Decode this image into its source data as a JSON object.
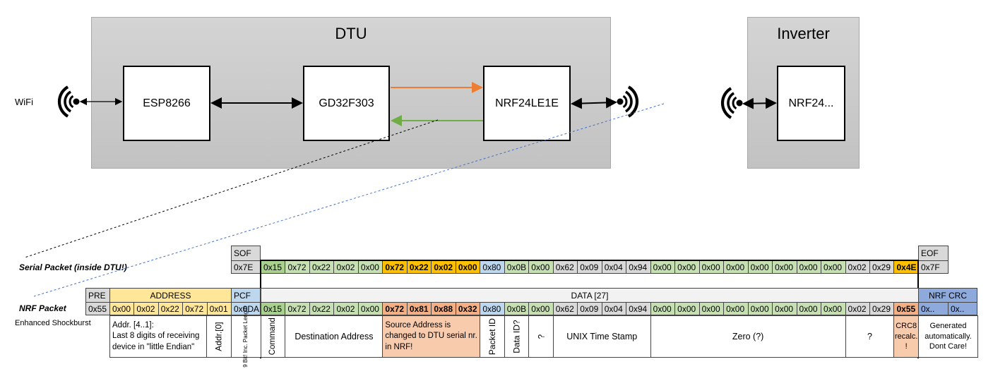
{
  "diagram": {
    "dtu_title": "DTU",
    "inverter_title": "Inverter",
    "wifi_label": "WiFi",
    "chips": {
      "esp": "ESP8266",
      "gd32": "GD32F303",
      "nrf_dtu": "NRF24LE1E",
      "nrf_inv": "NRF24..."
    },
    "arrow_colors": {
      "to_nrf": "#ed7d31",
      "from_nrf": "#70ad47"
    }
  },
  "colors": {
    "cmd": "#a9d08e",
    "green": "#c6e0b4",
    "orange": "#ffc000",
    "blue": "#bdd7ee",
    "grey": "#d9d9d9",
    "salmon": "#f4b084",
    "salmon_light": "#f8cbad",
    "yellow": "#ffe699",
    "crc_blue": "#8ea9db",
    "data_header": "#f2f2f2"
  },
  "serial": {
    "label": "Serial Packet (inside DTU!)",
    "sof_header": "SOF",
    "sof": "0x7E",
    "eof_header": "EOF",
    "eof": "0x7F",
    "bytes": [
      {
        "v": "0x15",
        "c": "cmd"
      },
      {
        "v": "0x72",
        "c": "green"
      },
      {
        "v": "0x22",
        "c": "green"
      },
      {
        "v": "0x02",
        "c": "green"
      },
      {
        "v": "0x00",
        "c": "green"
      },
      {
        "v": "0x72",
        "c": "orange",
        "b": true
      },
      {
        "v": "0x22",
        "c": "orange",
        "b": true
      },
      {
        "v": "0x02",
        "c": "orange",
        "b": true
      },
      {
        "v": "0x00",
        "c": "orange",
        "b": true
      },
      {
        "v": "0x80",
        "c": "blue"
      },
      {
        "v": "0x0B",
        "c": "green"
      },
      {
        "v": "0x00",
        "c": "green"
      },
      {
        "v": "0x62",
        "c": "grey"
      },
      {
        "v": "0x09",
        "c": "grey"
      },
      {
        "v": "0x04",
        "c": "grey"
      },
      {
        "v": "0x94",
        "c": "grey"
      },
      {
        "v": "0x00",
        "c": "green"
      },
      {
        "v": "0x00",
        "c": "green"
      },
      {
        "v": "0x00",
        "c": "green"
      },
      {
        "v": "0x00",
        "c": "green"
      },
      {
        "v": "0x00",
        "c": "green"
      },
      {
        "v": "0x00",
        "c": "green"
      },
      {
        "v": "0x00",
        "c": "green"
      },
      {
        "v": "0x00",
        "c": "green"
      },
      {
        "v": "0x02",
        "c": "grey"
      },
      {
        "v": "0x29",
        "c": "grey"
      },
      {
        "v": "0x4E",
        "c": "orange",
        "b": true
      }
    ]
  },
  "nrf": {
    "label": "NRF Packet",
    "sublabel": "Enhanced Shockburst",
    "headers": {
      "pre": "PRE",
      "address": "ADDRESS",
      "pcf": "PCF",
      "data": "DATA [27]",
      "crc": "NRF CRC"
    },
    "pre": "0x55",
    "address": [
      "0x00",
      "0x02",
      "0x22",
      "0x72",
      "0x01"
    ],
    "pcf": "0x0DA",
    "crc": [
      "0x..",
      "0x.."
    ],
    "bytes": [
      {
        "v": "0x15",
        "c": "cmd"
      },
      {
        "v": "0x72",
        "c": "green"
      },
      {
        "v": "0x22",
        "c": "green"
      },
      {
        "v": "0x02",
        "c": "green"
      },
      {
        "v": "0x00",
        "c": "green"
      },
      {
        "v": "0x72",
        "c": "salmon",
        "b": true
      },
      {
        "v": "0x81",
        "c": "salmon",
        "b": true
      },
      {
        "v": "0x88",
        "c": "salmon",
        "b": true
      },
      {
        "v": "0x32",
        "c": "salmon",
        "b": true
      },
      {
        "v": "0x80",
        "c": "blue"
      },
      {
        "v": "0x0B",
        "c": "green"
      },
      {
        "v": "0x00",
        "c": "green"
      },
      {
        "v": "0x62",
        "c": "grey"
      },
      {
        "v": "0x09",
        "c": "grey"
      },
      {
        "v": "0x04",
        "c": "grey"
      },
      {
        "v": "0x94",
        "c": "grey"
      },
      {
        "v": "0x00",
        "c": "green"
      },
      {
        "v": "0x00",
        "c": "green"
      },
      {
        "v": "0x00",
        "c": "green"
      },
      {
        "v": "0x00",
        "c": "green"
      },
      {
        "v": "0x00",
        "c": "green"
      },
      {
        "v": "0x00",
        "c": "green"
      },
      {
        "v": "0x00",
        "c": "green"
      },
      {
        "v": "0x00",
        "c": "green"
      },
      {
        "v": "0x02",
        "c": "grey"
      },
      {
        "v": "0x29",
        "c": "grey"
      },
      {
        "v": "0x55",
        "c": "salmon",
        "b": true
      }
    ],
    "descriptions": [
      "Addr. [4..1]:\nLast 8 digits of receiving device in \"little Endian\"",
      "Addr.[0]",
      "9 Bit!\nInc. Packet\nLength",
      "Command",
      "Destination Address",
      "Source Address is changed to DTU serial nr. in NRF!",
      "Packet ID",
      "Data ID?",
      "?",
      "UNIX Time Stamp",
      "Zero (?)",
      "?",
      "CRC8 recalc. !",
      "Generated automatically. Dont Care!"
    ]
  }
}
